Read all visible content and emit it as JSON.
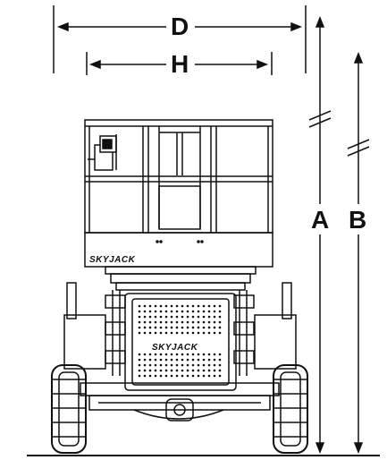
{
  "dimensions": {
    "d_label": "D",
    "h_label": "H",
    "a_label": "A",
    "b_label": "B"
  },
  "branding": {
    "platform_logo": "SKYJACK",
    "chassis_logo": "SKYJACK"
  },
  "colors": {
    "ink": "#111111",
    "paper": "#ffffff"
  }
}
